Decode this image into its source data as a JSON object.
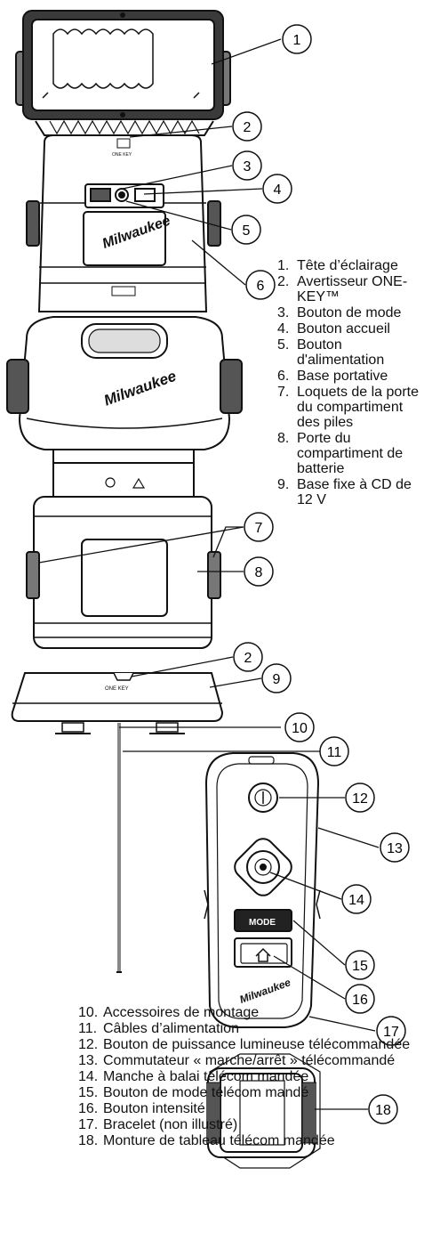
{
  "callouts": [
    {
      "n": "1"
    },
    {
      "n": "2"
    },
    {
      "n": "3"
    },
    {
      "n": "4"
    },
    {
      "n": "5"
    },
    {
      "n": "6"
    },
    {
      "n": "7"
    },
    {
      "n": "8"
    },
    {
      "n": "2"
    },
    {
      "n": "9"
    },
    {
      "n": "10"
    },
    {
      "n": "11"
    },
    {
      "n": "12"
    },
    {
      "n": "13"
    },
    {
      "n": "14"
    },
    {
      "n": "15"
    },
    {
      "n": "16"
    },
    {
      "n": "17"
    },
    {
      "n": "18"
    }
  ],
  "device_marks": {
    "brand": "Milwaukee",
    "onekey": "ONE KEY",
    "mode_button": "MODE"
  },
  "legend_right": [
    {
      "num": "1.",
      "text": "Tête d’éclairage"
    },
    {
      "num": "2.",
      "text": "Avertisseur ONE-KEY™"
    },
    {
      "num": "3.",
      "text": "Bouton de mode"
    },
    {
      "num": "4.",
      "text": "Bouton accueil"
    },
    {
      "num": "5.",
      "text": "Bouton d'alimentation"
    },
    {
      "num": "6.",
      "text": "Base portative"
    },
    {
      "num": "7.",
      "text": "Loquets de la porte du compartiment des piles"
    },
    {
      "num": "8.",
      "text": "Porte du compartiment de batterie"
    },
    {
      "num": "9.",
      "text": "Base fixe à CD de 12 V"
    }
  ],
  "legend_bottom": [
    {
      "num": "10.",
      "text": "Accessoires de montage"
    },
    {
      "num": "11.",
      "text": "Câbles d’alimentation"
    },
    {
      "num": "12.",
      "text": "Bouton de puissance lumineuse télécommandée"
    },
    {
      "num": "13.",
      "text": "Commutateur « marche/arrêt » télécommandé"
    },
    {
      "num": "14.",
      "text": "Manche à balai télécom mandée"
    },
    {
      "num": "15.",
      "text": "Bouton de mode télécom mandé"
    },
    {
      "num": "16.",
      "text": "Bouton intensité"
    },
    {
      "num": "17.",
      "text": "Bracelet (non illustré)"
    },
    {
      "num": "18.",
      "text": "Monture de tableau télécom mandée"
    }
  ]
}
